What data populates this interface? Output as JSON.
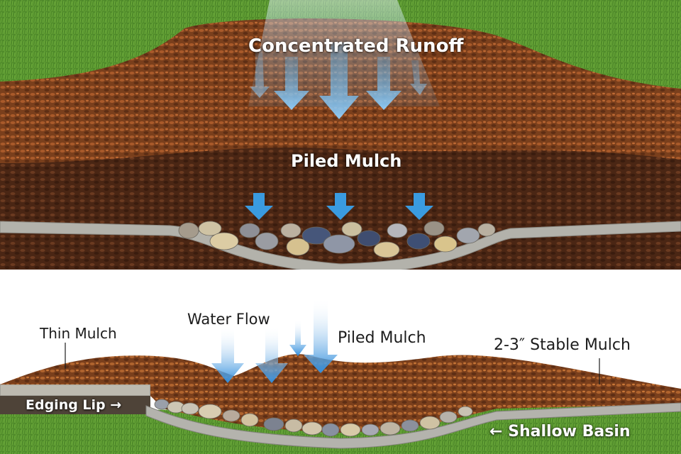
{
  "top_panel": {
    "title_label": "Concentrated Runoff",
    "mid_label": "Piled Mulch"
  },
  "bottom_panel": {
    "thin_mulch_label": "Thin Mulch",
    "water_flow_label": "Water Flow",
    "piled_mulch_label": "Piled Mulch",
    "stable_mulch_label": "2-3″ Stable Mulch",
    "edging_lip_label": "Edging Lip →",
    "shallow_basin_label": "← Shallow Basin"
  },
  "colors": {
    "grass": "#4f8a2a",
    "mulch": "#8a4a22",
    "mulch_dark": "#4a2614",
    "arrow_blue": "#3a9be0",
    "stone": "#b9b4a8",
    "edging": "#a9a9a4"
  }
}
